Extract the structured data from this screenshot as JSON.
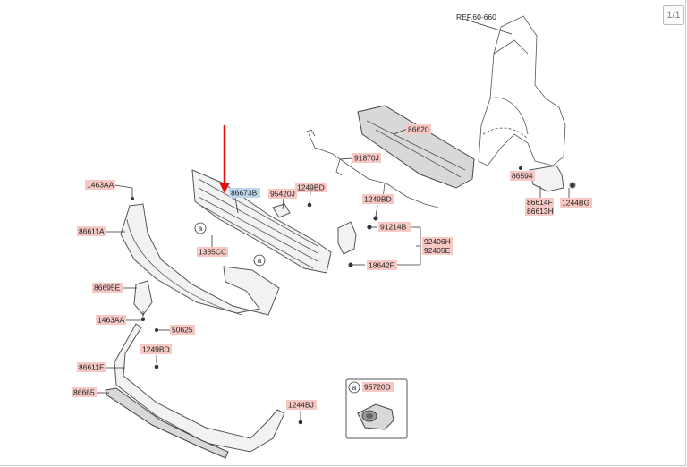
{
  "page_indicator": "1/1",
  "reference": "REF.60-660",
  "callout_symbol": "a",
  "parts": [
    {
      "id": "86620"
    },
    {
      "id": "91870J"
    },
    {
      "id": "86594"
    },
    {
      "id": "86614F"
    },
    {
      "id": "86613H"
    },
    {
      "id": "1244BG"
    },
    {
      "id": "1463AA"
    },
    {
      "id": "86611A"
    },
    {
      "id": "86673B"
    },
    {
      "id": "95420J"
    },
    {
      "id": "1249BD"
    },
    {
      "id": "1335CC"
    },
    {
      "id": "91214B"
    },
    {
      "id": "92406H"
    },
    {
      "id": "92405E"
    },
    {
      "id": "18642F"
    },
    {
      "id": "86695E"
    },
    {
      "id": "50625"
    },
    {
      "id": "86611F"
    },
    {
      "id": "86665"
    },
    {
      "id": "1244BJ"
    },
    {
      "id": "95720D"
    }
  ],
  "selected_part": "86673B",
  "detail_box": {
    "symbol": "a",
    "part": "95720D"
  }
}
